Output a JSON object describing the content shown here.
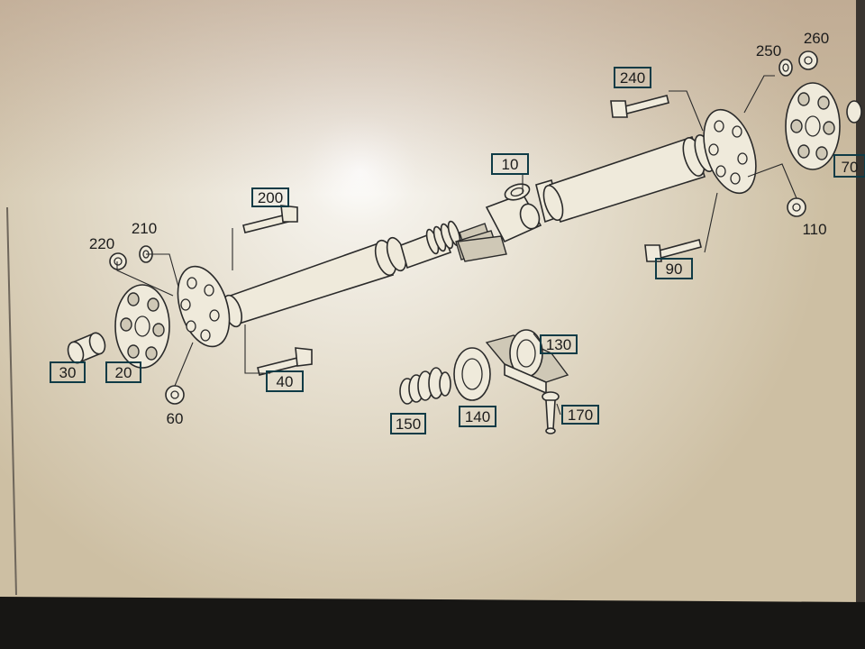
{
  "diagram": {
    "callouts": {
      "c10": "10",
      "c20": "20",
      "c30": "30",
      "c40": "40",
      "c60": "60",
      "c70": "70",
      "c90": "90",
      "c110": "110",
      "c130": "130",
      "c140": "140",
      "c150": "150",
      "c170": "170",
      "c200": "200",
      "c210": "210",
      "c220": "220",
      "c240": "240",
      "c250": "250",
      "c260": "260"
    },
    "colors": {
      "paper": "#ebe6d6",
      "ink": "#2a2a2a",
      "box": "#0f3b46",
      "bezel": "#171614"
    }
  }
}
